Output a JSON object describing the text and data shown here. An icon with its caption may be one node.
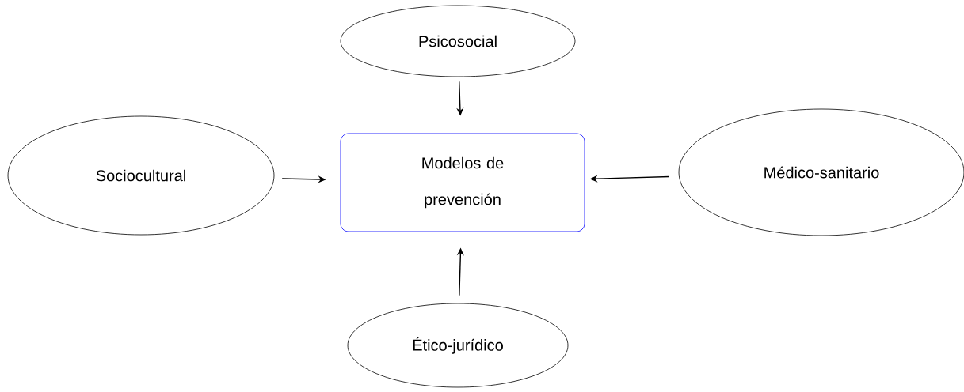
{
  "diagram": {
    "nodes": [
      {
        "text": [
          "Psicosocial"
        ]
      },
      {
        "text": [
          "Sociocultural"
        ]
      },
      {
        "text": [
          "Modelos de prevención"
        ]
      },
      {
        "text": [
          "Médico-sanitario"
        ]
      },
      {
        "text": [
          "Ético-jurídico"
        ]
      }
    ],
    "edges": [
      {
        "from": 0,
        "to": 2,
        "arrow": "to"
      },
      {
        "from": 1,
        "to": 2,
        "arrow": "to"
      },
      {
        "from": 3,
        "to": 2,
        "arrow": "to"
      },
      {
        "from": 4,
        "to": 2,
        "arrow": "to"
      }
    ]
  }
}
